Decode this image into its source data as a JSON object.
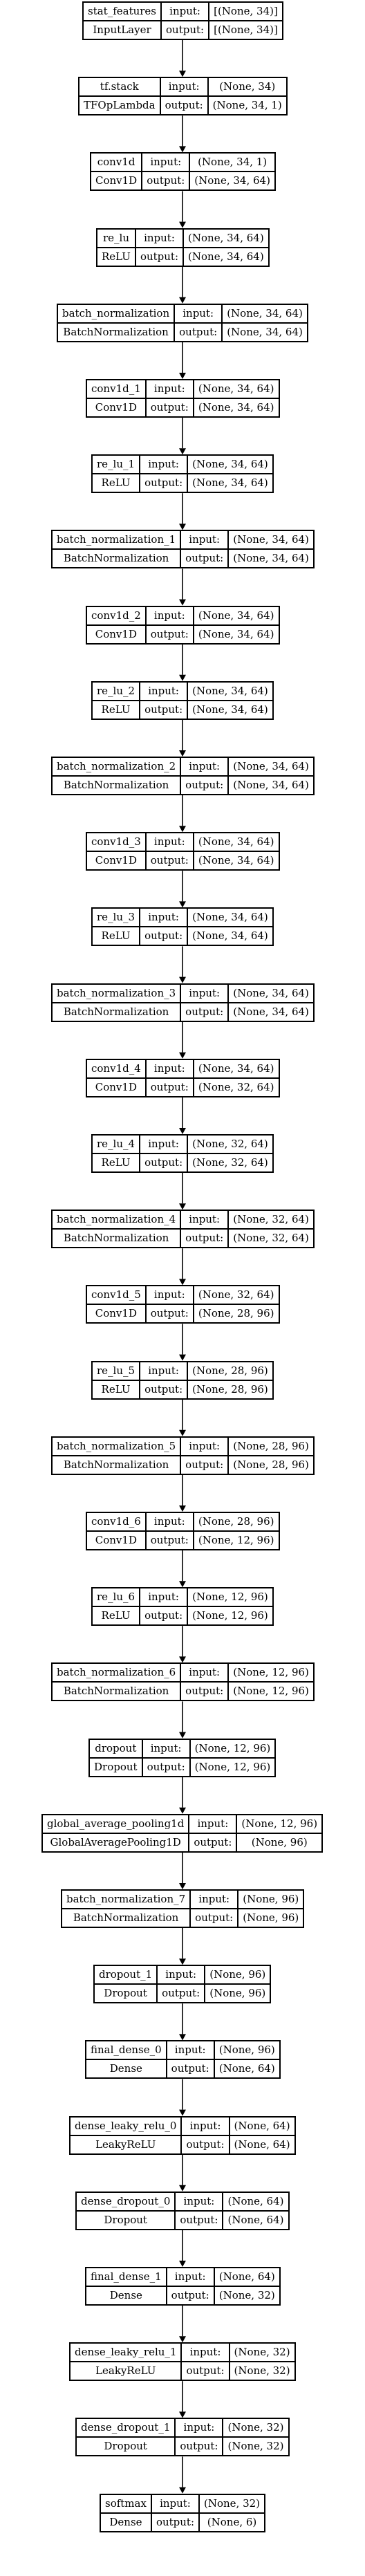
{
  "nodes": [
    {
      "name": "stat_features",
      "cls": "InputLayer",
      "in": "[(None, 34)]",
      "out": "[(None, 34)]"
    },
    {
      "name": "tf.stack",
      "cls": "TFOpLambda",
      "in": "(None, 34)",
      "out": "(None, 34, 1)"
    },
    {
      "name": "conv1d",
      "cls": "Conv1D",
      "in": "(None, 34, 1)",
      "out": "(None, 34, 64)"
    },
    {
      "name": "re_lu",
      "cls": "ReLU",
      "in": "(None, 34, 64)",
      "out": "(None, 34, 64)"
    },
    {
      "name": "batch_normalization",
      "cls": "BatchNormalization",
      "in": "(None, 34, 64)",
      "out": "(None, 34, 64)"
    },
    {
      "name": "conv1d_1",
      "cls": "Conv1D",
      "in": "(None, 34, 64)",
      "out": "(None, 34, 64)"
    },
    {
      "name": "re_lu_1",
      "cls": "ReLU",
      "in": "(None, 34, 64)",
      "out": "(None, 34, 64)"
    },
    {
      "name": "batch_normalization_1",
      "cls": "BatchNormalization",
      "in": "(None, 34, 64)",
      "out": "(None, 34, 64)"
    },
    {
      "name": "conv1d_2",
      "cls": "Conv1D",
      "in": "(None, 34, 64)",
      "out": "(None, 34, 64)"
    },
    {
      "name": "re_lu_2",
      "cls": "ReLU",
      "in": "(None, 34, 64)",
      "out": "(None, 34, 64)"
    },
    {
      "name": "batch_normalization_2",
      "cls": "BatchNormalization",
      "in": "(None, 34, 64)",
      "out": "(None, 34, 64)"
    },
    {
      "name": "conv1d_3",
      "cls": "Conv1D",
      "in": "(None, 34, 64)",
      "out": "(None, 34, 64)"
    },
    {
      "name": "re_lu_3",
      "cls": "ReLU",
      "in": "(None, 34, 64)",
      "out": "(None, 34, 64)"
    },
    {
      "name": "batch_normalization_3",
      "cls": "BatchNormalization",
      "in": "(None, 34, 64)",
      "out": "(None, 34, 64)"
    },
    {
      "name": "conv1d_4",
      "cls": "Conv1D",
      "in": "(None, 34, 64)",
      "out": "(None, 32, 64)"
    },
    {
      "name": "re_lu_4",
      "cls": "ReLU",
      "in": "(None, 32, 64)",
      "out": "(None, 32, 64)"
    },
    {
      "name": "batch_normalization_4",
      "cls": "BatchNormalization",
      "in": "(None, 32, 64)",
      "out": "(None, 32, 64)"
    },
    {
      "name": "conv1d_5",
      "cls": "Conv1D",
      "in": "(None, 32, 64)",
      "out": "(None, 28, 96)"
    },
    {
      "name": "re_lu_5",
      "cls": "ReLU",
      "in": "(None, 28, 96)",
      "out": "(None, 28, 96)"
    },
    {
      "name": "batch_normalization_5",
      "cls": "BatchNormalization",
      "in": "(None, 28, 96)",
      "out": "(None, 28, 96)"
    },
    {
      "name": "conv1d_6",
      "cls": "Conv1D",
      "in": "(None, 28, 96)",
      "out": "(None, 12, 96)"
    },
    {
      "name": "re_lu_6",
      "cls": "ReLU",
      "in": "(None, 12, 96)",
      "out": "(None, 12, 96)"
    },
    {
      "name": "batch_normalization_6",
      "cls": "BatchNormalization",
      "in": "(None, 12, 96)",
      "out": "(None, 12, 96)"
    },
    {
      "name": "dropout",
      "cls": "Dropout",
      "in": "(None, 12, 96)",
      "out": "(None, 12, 96)"
    },
    {
      "name": "global_average_pooling1d",
      "cls": "GlobalAveragePooling1D",
      "in": "(None, 12, 96)",
      "out": "(None, 96)"
    },
    {
      "name": "batch_normalization_7",
      "cls": "BatchNormalization",
      "in": "(None, 96)",
      "out": "(None, 96)"
    },
    {
      "name": "dropout_1",
      "cls": "Dropout",
      "in": "(None, 96)",
      "out": "(None, 96)"
    },
    {
      "name": "final_dense_0",
      "cls": "Dense",
      "in": "(None, 96)",
      "out": "(None, 64)"
    },
    {
      "name": "dense_leaky_relu_0",
      "cls": "LeakyReLU",
      "in": "(None, 64)",
      "out": "(None, 64)"
    },
    {
      "name": "dense_dropout_0",
      "cls": "Dropout",
      "in": "(None, 64)",
      "out": "(None, 64)"
    },
    {
      "name": "final_dense_1",
      "cls": "Dense",
      "in": "(None, 64)",
      "out": "(None, 32)"
    },
    {
      "name": "dense_leaky_relu_1",
      "cls": "LeakyReLU",
      "in": "(None, 32)",
      "out": "(None, 32)"
    },
    {
      "name": "dense_dropout_1",
      "cls": "Dropout",
      "in": "(None, 32)",
      "out": "(None, 32)"
    },
    {
      "name": "softmax",
      "cls": "Dense",
      "in": "(None, 32)",
      "out": "(None, 6)"
    }
  ],
  "port_labels": {
    "input": "input:",
    "output": "output:"
  }
}
